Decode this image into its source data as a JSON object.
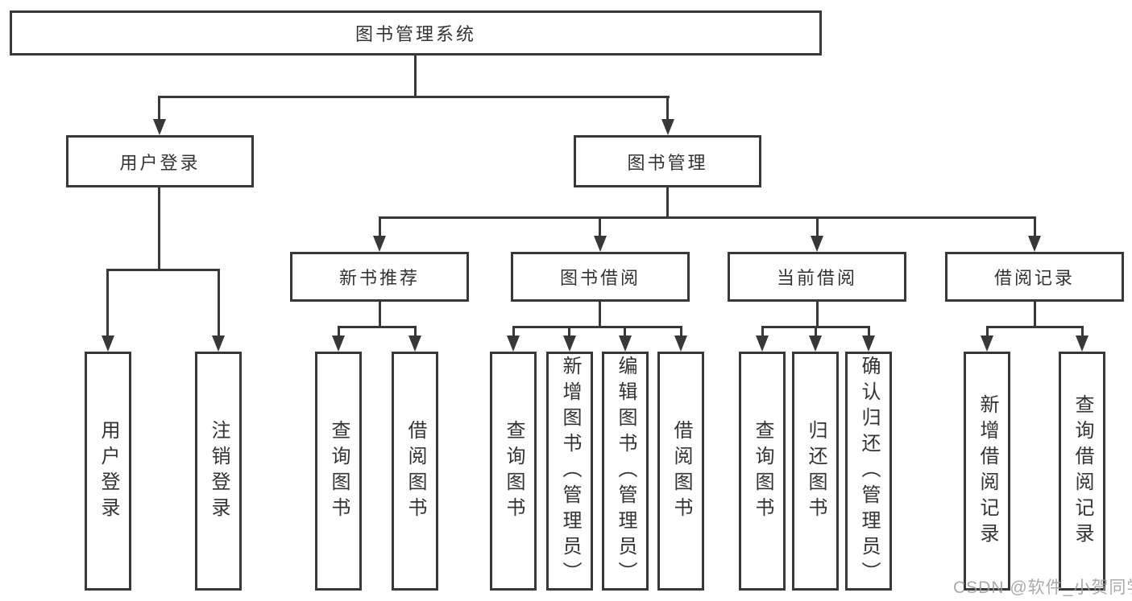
{
  "diagram": {
    "root": {
      "label": "图书管理系统"
    },
    "level2": [
      {
        "label": "用户登录"
      },
      {
        "label": "图书管理"
      }
    ],
    "level3": [
      {
        "label": "新书推荐"
      },
      {
        "label": "图书借阅"
      },
      {
        "label": "当前借阅"
      },
      {
        "label": "借阅记录"
      }
    ],
    "leaves": {
      "user_login": [
        {
          "label": "用户登录"
        },
        {
          "label": "注销登录"
        }
      ],
      "new_book": [
        {
          "label": "查询图书"
        },
        {
          "label": "借阅图书"
        }
      ],
      "book_borrow": [
        {
          "label": "查询图书"
        },
        {
          "label": "新增图书（管理员）"
        },
        {
          "label": "编辑图书（管理员）"
        },
        {
          "label": "借阅图书"
        }
      ],
      "current_borrow": [
        {
          "label": "查询图书"
        },
        {
          "label": "归还图书"
        },
        {
          "label": "确认归还（管理员）"
        }
      ],
      "borrow_record": [
        {
          "label": "新增借阅记录"
        },
        {
          "label": "查询借阅记录"
        }
      ]
    },
    "watermark": "CSDN @软件_小贺同学",
    "colors": {
      "line": "#383838",
      "text": "#333333",
      "watermark": "#9b9b9b",
      "background": "#ffffff"
    }
  }
}
